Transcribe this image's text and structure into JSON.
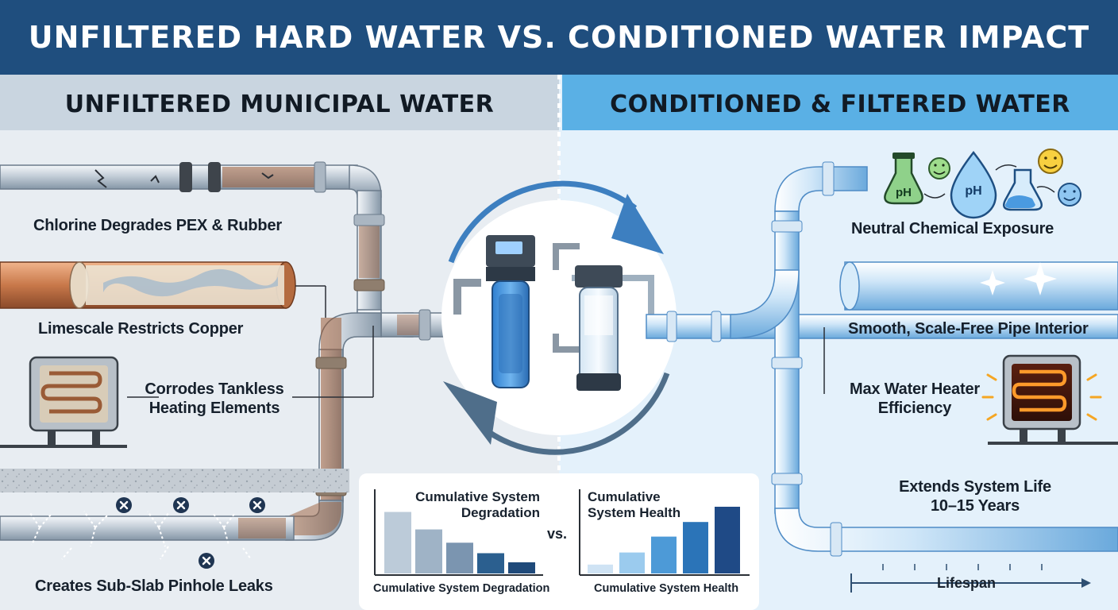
{
  "header": {
    "title": "UNFILTERED HARD WATER VS. CONDITIONED WATER IMPACT"
  },
  "panels": {
    "left": {
      "heading": "UNFILTERED MUNICIPAL WATER",
      "effects": {
        "chlorine": "Chlorine Degrades PEX & Rubber",
        "limescale": "Limescale Restricts Copper",
        "corrodes_line1": "Corrodes Tankless",
        "corrodes_line2": "Heating Elements",
        "leaks": "Creates Sub-Slab Pinhole Leaks"
      }
    },
    "right": {
      "heading": "CONDITIONED & FILTERED WATER",
      "badge_text": "pH",
      "benefits": {
        "chemical": "Neutral Chemical Exposure",
        "interior": "Smooth, Scale-Free Pipe Interior",
        "heater_line1": "Max Water Heater",
        "heater_line2": "Efficiency",
        "life_line1": "Extends System Life",
        "life_line2": "10–15 Years"
      },
      "timeline_label": "Lifespan"
    }
  },
  "comparison": {
    "vs_label": "vs."
  },
  "chart_data": [
    {
      "type": "bar",
      "title": "Cumulative System Degradation",
      "xlabel": "Cumulative System Degradation",
      "ylabel": "",
      "values": [
        88,
        63,
        44,
        29,
        16
      ],
      "ylim": [
        0,
        100
      ],
      "colors": [
        "#bccbd9",
        "#9fb3c6",
        "#7b95b0",
        "#2b5f8f",
        "#1f4a7a"
      ]
    },
    {
      "type": "bar",
      "title": "Cumulative System Health",
      "xlabel": "Cumulative System Health",
      "ylabel": "",
      "values": [
        14,
        33,
        58,
        81,
        105
      ],
      "ylim": [
        0,
        110
      ],
      "colors": [
        "#cfe3f4",
        "#9bcbee",
        "#4d9ad7",
        "#2b74b8",
        "#1f4a86"
      ]
    }
  ],
  "palette": {
    "header": "#1f4e7e",
    "left_panel": "#e8edf2",
    "right_panel": "#e4f1fb",
    "right_heading": "#5ab0e5",
    "rust": "#9a5b36",
    "copper": "#c77a4d"
  }
}
